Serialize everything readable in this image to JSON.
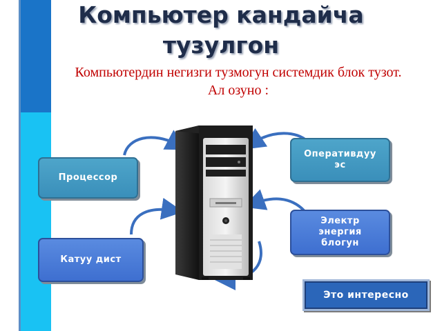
{
  "title": {
    "line1": "Компьютер кандайча",
    "line2": "тузулгон"
  },
  "subtitle": {
    "line1": "Компьютердин негизги тузмогун системдик блок тузот.",
    "line2": "Ал озуно :"
  },
  "components": {
    "ram": {
      "lines": [
        "Оперативдуу",
        "эс"
      ]
    },
    "cpu": {
      "lines": [
        "Процессор"
      ]
    },
    "psu": {
      "lines": [
        "Электр",
        "энергия",
        "блогун"
      ]
    },
    "hdd": {
      "lines": [
        "Катуу дист"
      ]
    }
  },
  "button": {
    "label": "Это интересно"
  },
  "colors": {
    "title": "#1f2d4a",
    "subtitle": "#c00000",
    "box": "#4ea5ca",
    "box_dark": "#5a8be0",
    "arrow": "#3a6fbf",
    "button": "#2b66b9"
  }
}
